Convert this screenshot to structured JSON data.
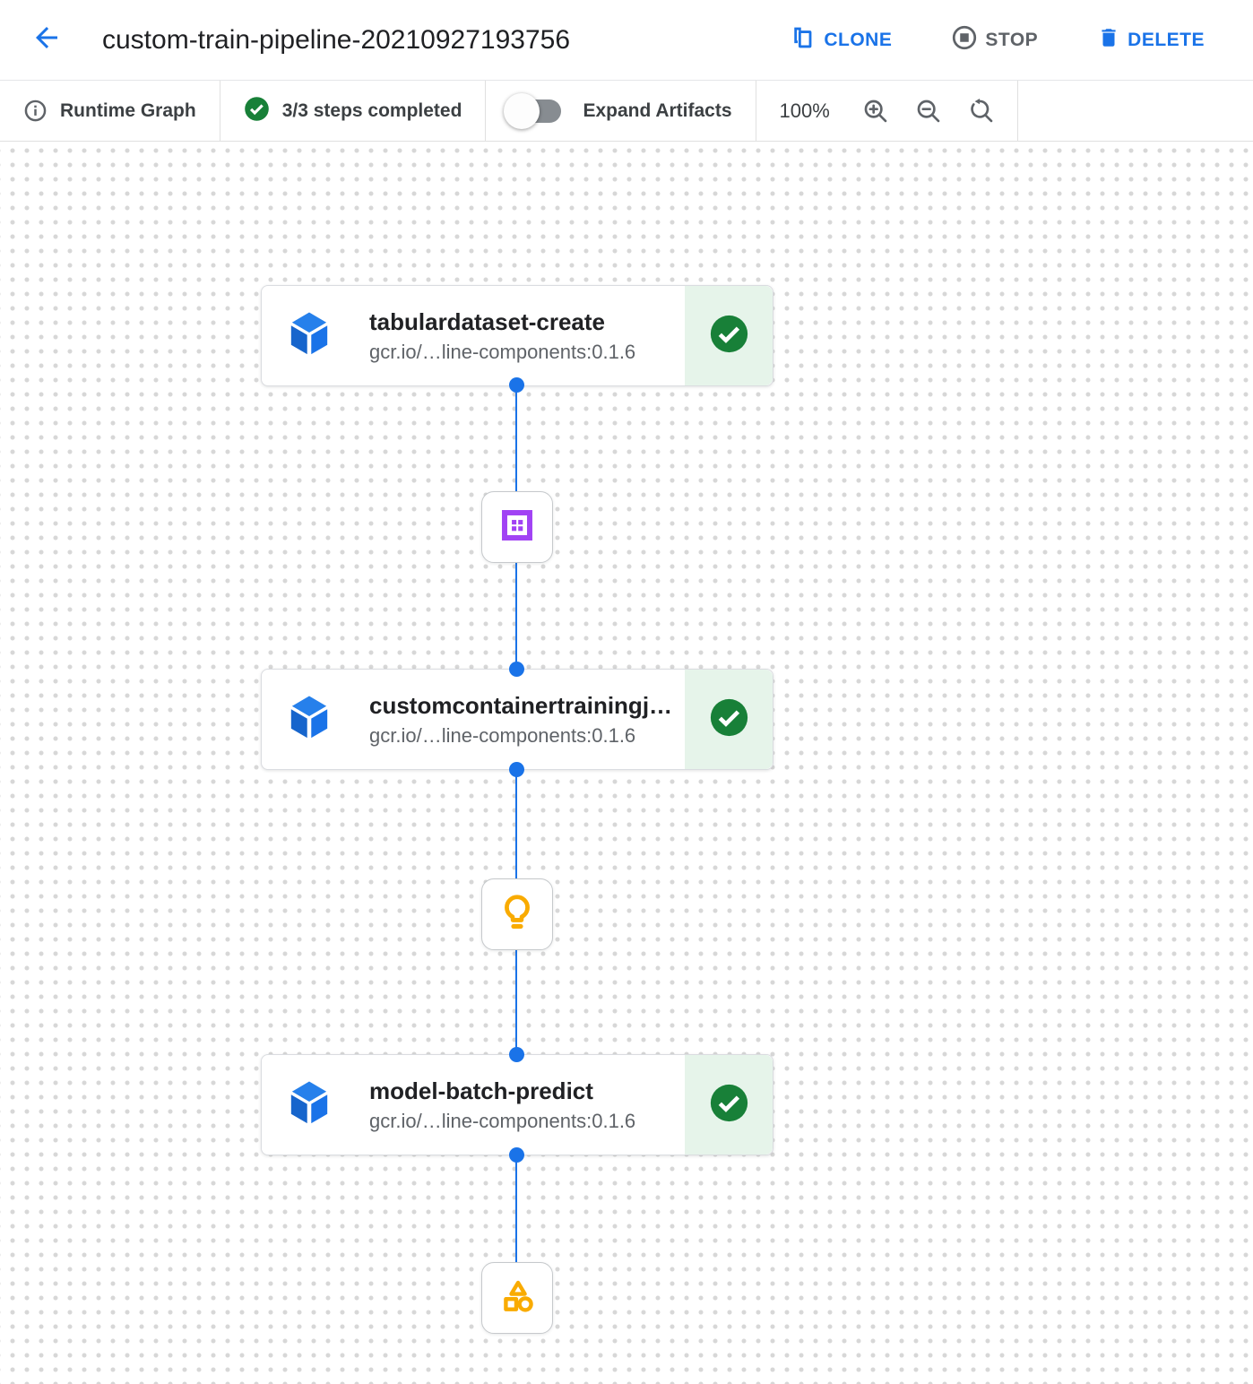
{
  "header": {
    "title": "custom-train-pipeline-20210927193756",
    "actions": {
      "clone": "CLONE",
      "stop": "STOP",
      "delete": "DELETE"
    }
  },
  "toolbar": {
    "view_label": "Runtime Graph",
    "steps_completed": "3/3 steps completed",
    "expand_artifacts_label": "Expand Artifacts",
    "zoom_level": "100%"
  },
  "graph": {
    "nodes": [
      {
        "title": "tabulardataset-create",
        "subtitle": "gcr.io/…line-components:0.1.6",
        "status": "completed"
      },
      {
        "title": "customcontainertrainingj…",
        "subtitle": "gcr.io/…line-components:0.1.6",
        "status": "completed"
      },
      {
        "title": "model-batch-predict",
        "subtitle": "gcr.io/…line-components:0.1.6",
        "status": "completed"
      }
    ],
    "artifacts": [
      {
        "icon": "dataset-icon"
      },
      {
        "icon": "model-icon"
      },
      {
        "icon": "artifact-icon"
      }
    ]
  },
  "colors": {
    "accent_blue": "#1a73e8",
    "status_green": "#188038",
    "status_green_bg": "#e6f4ea",
    "dataset_purple": "#a142f4",
    "artifact_yellow": "#f9ab00",
    "gray_text": "#5f6368"
  }
}
